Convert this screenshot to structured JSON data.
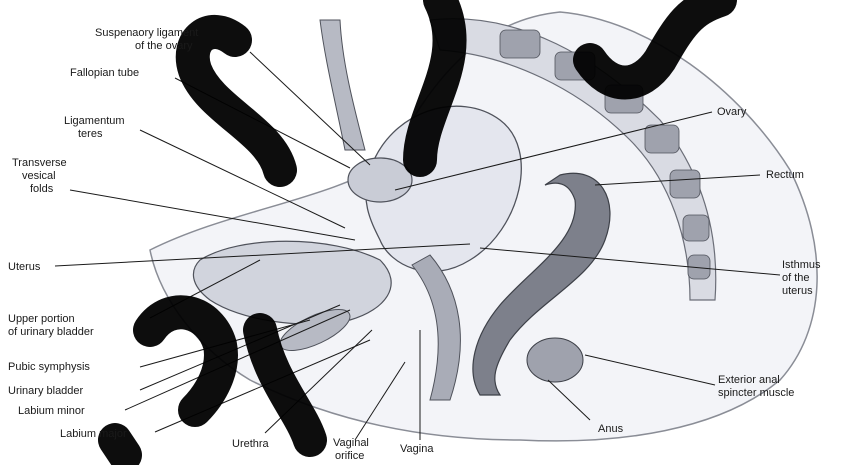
{
  "labels": {
    "suspensory_ligament": [
      "Suspenaory ligament",
      "of the ovary"
    ],
    "fallopian_tube": [
      "Fallopian tube"
    ],
    "ligamentum_teres": [
      "Ligamentum",
      "teres"
    ],
    "transverse_vesical_folds": [
      "Transverse",
      "vesical",
      "folds"
    ],
    "uterus": [
      "Uterus"
    ],
    "upper_bladder": [
      "Upper portion",
      "of urinary bladder"
    ],
    "pubic_symphysis": [
      "Pubic symphysis"
    ],
    "urinary_bladder": [
      "Urinary bladder"
    ],
    "labium_minor": [
      "Labium minor"
    ],
    "labium_major": [
      "Labium major"
    ],
    "urethra": [
      "Urethra"
    ],
    "vaginal_orifice": [
      "Vaginal",
      "orifice"
    ],
    "vagina": [
      "Vagina"
    ],
    "anus": [
      "Anus"
    ],
    "exterior_anal_sphincter": [
      "Exterior anal",
      "spincter muscle"
    ],
    "isthmus_uterus": [
      "Isthmus",
      "of the",
      "uterus"
    ],
    "rectum": [
      "Rectum"
    ],
    "ovary": [
      "Ovary"
    ]
  },
  "colors": {
    "ink": "#1a1a1a",
    "tissue_light": "#eef0f4",
    "tissue_mid": "#c9ccd6",
    "tissue_dark": "#6b6e78",
    "watermark": "#000000"
  }
}
